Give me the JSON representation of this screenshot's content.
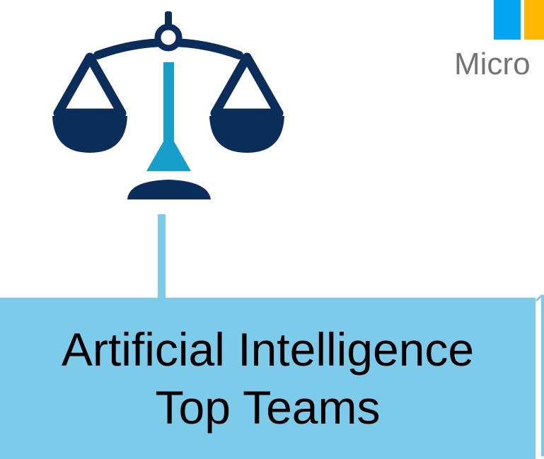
{
  "logo": {
    "wordmark": "Micro",
    "colors": [
      "#00a4ef",
      "#ffb900",
      "#747474"
    ]
  },
  "scales_icon": {
    "icon": "scales-of-justice-icon",
    "colors": [
      "#0b2d59",
      "#159fc9"
    ]
  },
  "box": {
    "line1": "Artificial Intelligence",
    "line2": "Top Teams",
    "color": "#7ccbeb"
  }
}
